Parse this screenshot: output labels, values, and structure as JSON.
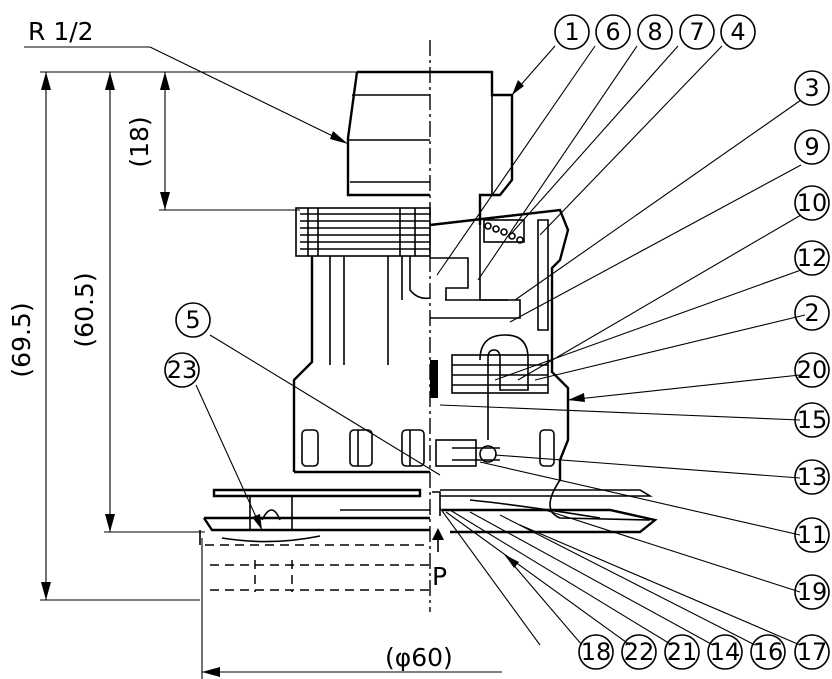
{
  "dimensions": {
    "thread": "R 1/2",
    "overall_height": "(69.5)",
    "body_height": "(60.5)",
    "nut_height": "(18)",
    "diameter": "(φ60)",
    "point_label": "P"
  },
  "callouts": [
    "1",
    "6",
    "8",
    "7",
    "4",
    "3",
    "9",
    "10",
    "12",
    "2",
    "20",
    "15",
    "13",
    "11",
    "19",
    "17",
    "16",
    "14",
    "21",
    "22",
    "18",
    "5",
    "23"
  ]
}
